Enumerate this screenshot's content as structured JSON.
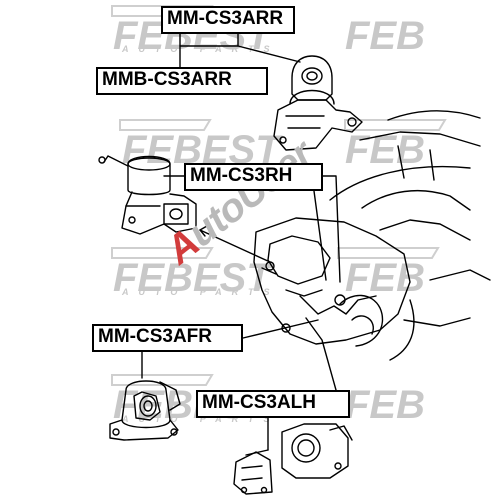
{
  "labels": {
    "mm_cs3arr": "MM-CS3ARR",
    "mmb_cs3arr": "MMB-CS3ARR",
    "mm_cs3rh": "MM-CS3RH",
    "mm_cs3afr": "MM-CS3AFR",
    "mm_cs3alh": "MM-CS3ALH"
  },
  "watermark": {
    "brand": "FEBEST",
    "brand_short": "FEB",
    "tagline": "AUTO PARTS",
    "logo_prefix": "A",
    "logo_rest": "utoUser"
  },
  "colors": {
    "line": "#000000",
    "watermark": "#c8c8c8",
    "logo_accent": "#d23c3c"
  }
}
